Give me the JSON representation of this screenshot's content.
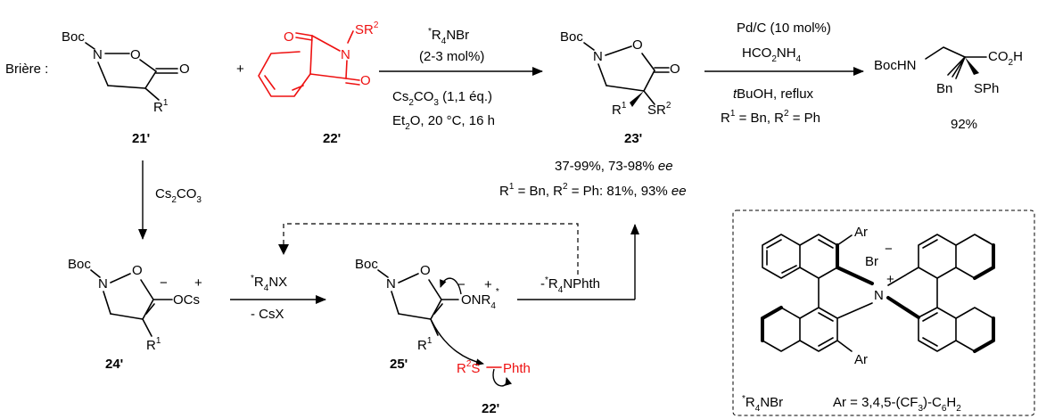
{
  "labels": {
    "briere": "Brière :",
    "plus": "+",
    "boc": "Boc",
    "n": "N",
    "o": "O",
    "s": "S",
    "r": "R",
    "one": "1",
    "two": "2",
    "four": "4",
    "plus_sign": "+",
    "minus_sign": "−",
    "prime": "'",
    "br": "Br",
    "ar": "Ar",
    "bn": "Bn",
    "sph": "SPh",
    "bochn": "BocHN",
    "co2h": "CO",
    "h": "H",
    "cs": "Cs",
    "ocs": "OCs",
    "onr": "ONR",
    "star": "*",
    "phth": "Phth"
  },
  "compounds": {
    "c21": "21'",
    "c22": "22'",
    "c23": "23'",
    "c24": "24'",
    "c25": "25'",
    "c22b": "22'"
  },
  "arrow1": {
    "top_line1_suffix": "NBr",
    "top_line2": "(2-3 mol%)",
    "bottom_line1": "Cs",
    "bottom_line1_rest": "CO",
    "bottom_line1_tail": " (1,1 éq.)",
    "bottom_line2_a": "Et",
    "bottom_line2_b": "O, 20 °C, 16 h"
  },
  "arrow2": {
    "top_line1": "Pd/C (10 mol%)",
    "top_line2_a": "HCO",
    "top_line2_b": "NH",
    "bottom_line1_a": "t",
    "bottom_line1_b": "BuOH, reflux",
    "bottom_line2_a": "R",
    "bottom_line2_b": " = Bn, R",
    "bottom_line2_c": " = Ph"
  },
  "product_yield": "92%",
  "results": {
    "line1_a": "37-99%, 73-98% ",
    "line1_ee": "ee",
    "line2_a": "R",
    "line2_b": " = Bn, R",
    "line2_c": " = Ph: 81%, 93% ",
    "line2_ee": "ee"
  },
  "arrow_down": {
    "reagent_a": "Cs",
    "reagent_b": "CO"
  },
  "arrow3": {
    "top_suffix": "NX",
    "bottom": "- CsX"
  },
  "arrow_release": {
    "label_a": "-",
    "label_b": "NPhth"
  },
  "catalyst": {
    "label_suffix": "NBr",
    "ar_def_a": "Ar = 3,4,5-(CF",
    "ar_def_b": ")-C",
    "ar_def_c": "H"
  }
}
